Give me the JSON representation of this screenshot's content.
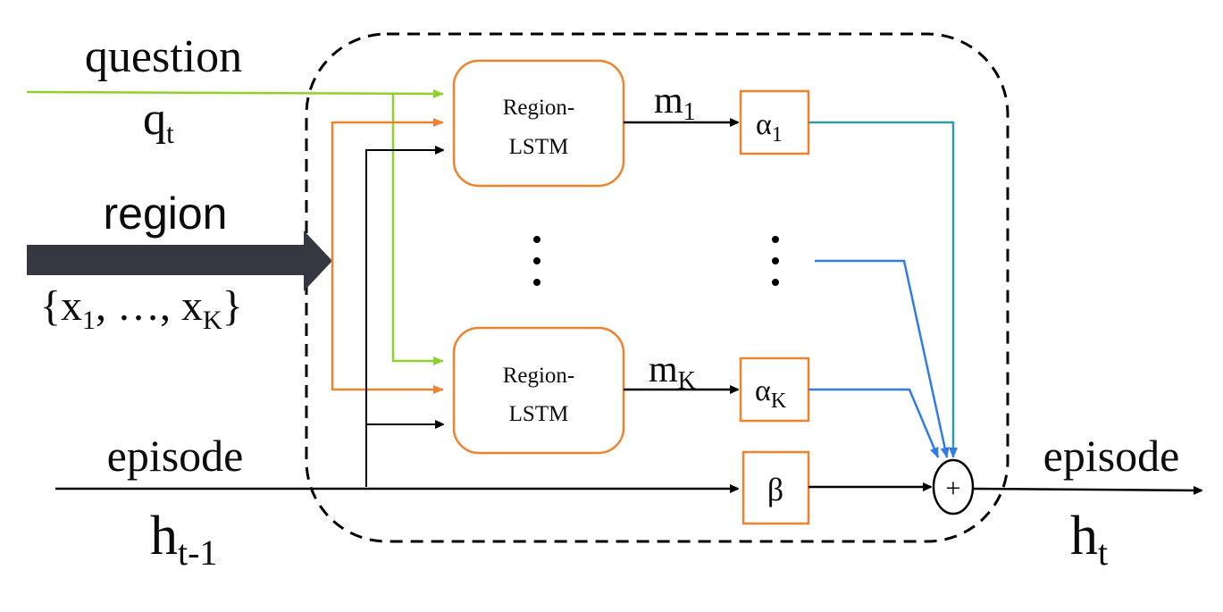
{
  "colors": {
    "question": "#8fd12a",
    "region": "#f0822e",
    "episode": "#000000",
    "attention": "#2f7bea",
    "region_arrow": "#353840",
    "box_border": "#f0822e"
  },
  "inputs": {
    "question": {
      "label": "question",
      "symbol": "q",
      "subscript": "t"
    },
    "region": {
      "label": "region",
      "set_open": "{x",
      "set_sub1": "1",
      "set_mid": ", …, x",
      "set_subK": "K",
      "set_close": "}"
    },
    "episode_in": {
      "label": "episode",
      "symbol": "h",
      "subscript": "t-1"
    }
  },
  "output": {
    "label": "episode",
    "symbol": "h",
    "subscript": "t"
  },
  "modules": [
    {
      "line1": "Region-",
      "line2": "LSTM",
      "output_symbol": "m",
      "output_sub": "1",
      "weight_symbol": "α",
      "weight_sub": "1"
    },
    {
      "line1": "Region-",
      "line2": "LSTM",
      "output_symbol": "m",
      "output_sub": "K",
      "weight_symbol": "α",
      "weight_sub": "K"
    }
  ],
  "beta": {
    "symbol": "β"
  },
  "sum_node": {
    "symbol": "+"
  },
  "ellipsis": "⋮"
}
